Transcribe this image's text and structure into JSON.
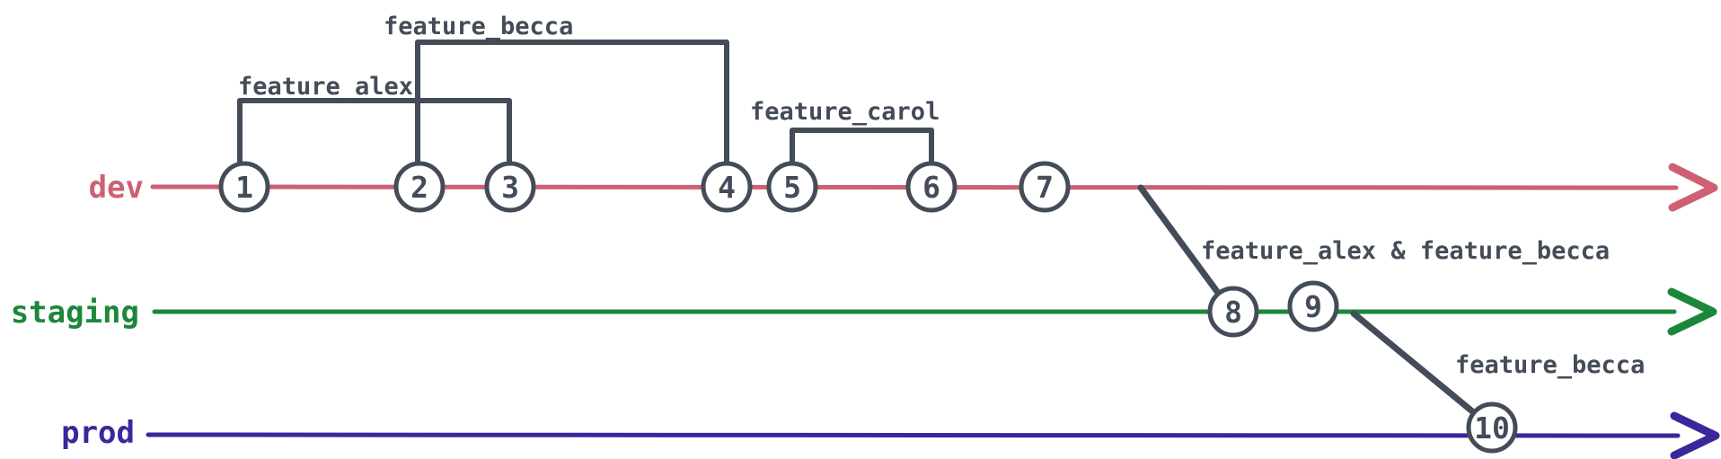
{
  "colors": {
    "dev": "#ce6073",
    "staging": "#1c873b",
    "prod": "#38289c",
    "ink": "#434c58",
    "background": "#ffffff"
  },
  "branches": {
    "dev": {
      "label": "dev"
    },
    "staging": {
      "label": "staging"
    },
    "prod": {
      "label": "prod"
    }
  },
  "feature_branches": {
    "alex": {
      "label": "feature_alex",
      "from_commit": "1",
      "to_commit": "3"
    },
    "becca": {
      "label": "feature_becca",
      "from_commit": "2",
      "to_commit": "4"
    },
    "carol": {
      "label": "feature_carol",
      "from_commit": "5",
      "to_commit": "6"
    }
  },
  "merges": {
    "dev_to_staging": {
      "label": "feature_alex & feature_becca"
    },
    "staging_to_prod": {
      "label": "feature_becca"
    }
  },
  "commits": [
    "1",
    "2",
    "3",
    "4",
    "5",
    "6",
    "7",
    "8",
    "9",
    "10"
  ]
}
